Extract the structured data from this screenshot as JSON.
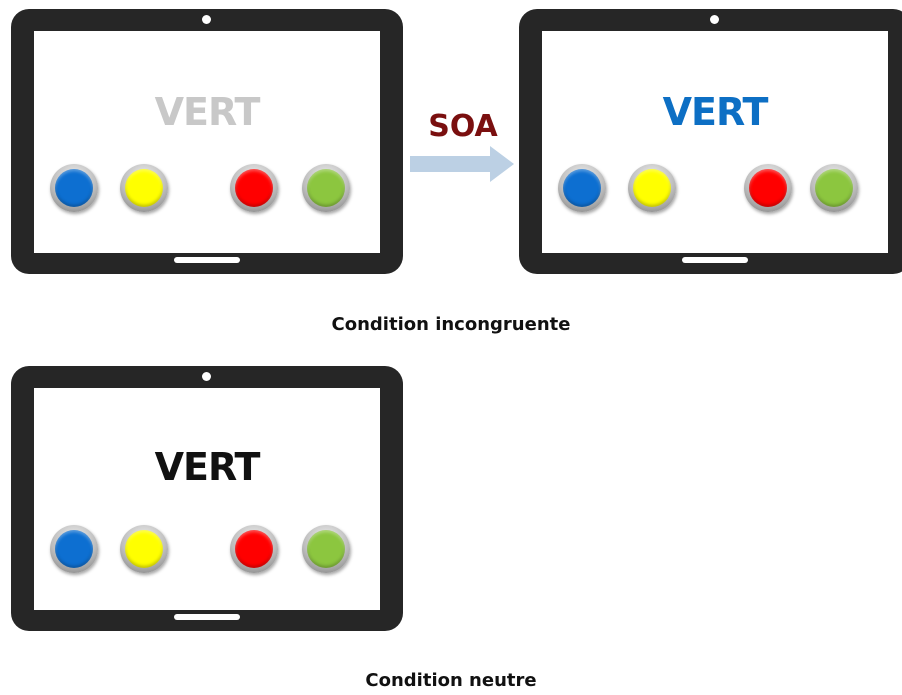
{
  "tablets": [
    {
      "word": "VERT",
      "word_color": "#c8c8c8",
      "buttons": [
        {
          "color": "#0d6fd1",
          "name": "blue"
        },
        {
          "color": "#ffff00",
          "name": "yellow"
        },
        {
          "color": "#ff0000",
          "name": "red"
        },
        {
          "color": "#8cc63f",
          "name": "green"
        }
      ]
    },
    {
      "word": "VERT",
      "word_color": "#0d6fc4",
      "buttons": [
        {
          "color": "#0d6fd1",
          "name": "blue"
        },
        {
          "color": "#ffff00",
          "name": "yellow"
        },
        {
          "color": "#ff0000",
          "name": "red"
        },
        {
          "color": "#8cc63f",
          "name": "green"
        }
      ]
    },
    {
      "word": "VERT",
      "word_color": "#111111",
      "buttons": [
        {
          "color": "#0d6fd1",
          "name": "blue"
        },
        {
          "color": "#ffff00",
          "name": "yellow"
        },
        {
          "color": "#ff0000",
          "name": "red"
        },
        {
          "color": "#8cc63f",
          "name": "green"
        }
      ]
    }
  ],
  "arrow": {
    "label": "SOA",
    "label_color": "#7a0f0f",
    "arrow_color": "#bcd0e4"
  },
  "captions": {
    "incongruent": "Condition incongruente",
    "neutral": "Condition neutre"
  }
}
